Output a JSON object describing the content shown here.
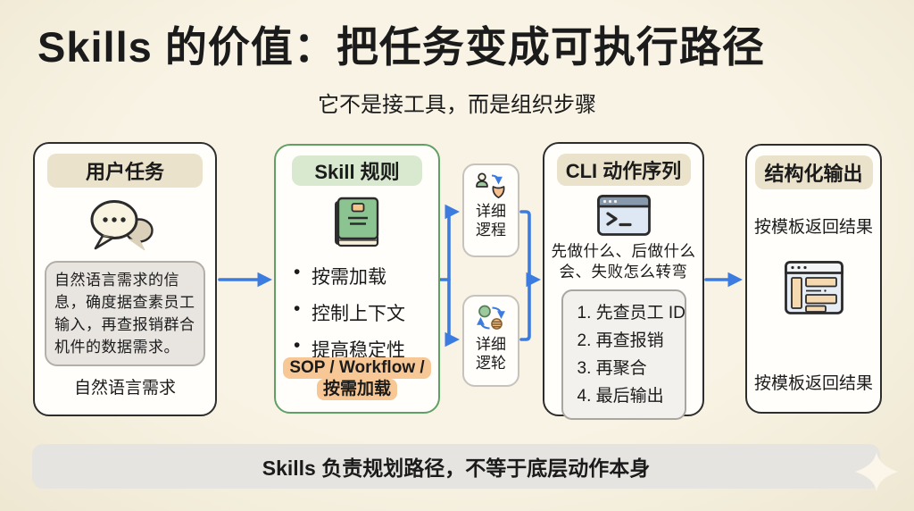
{
  "page": {
    "title": "Skills 的价值：把任务变成可执行路径",
    "subtitle": "它不是接工具，而是组织步骤",
    "footer": "Skills 负责规划路径，不等于底层动作本身"
  },
  "colors": {
    "background": "#f5efdf",
    "accent_blue": "#3c7ce0",
    "green_border": "#61a065",
    "header_beige": "#eae2cb",
    "header_green": "#d8e9cf",
    "highlight_orange": "#f7c795",
    "footer_gray": "#e6e4e0"
  },
  "flow": {
    "user_task": {
      "header": "用户任务",
      "icon": "chat-bubbles-icon",
      "body": "自然语言需求的信息，确度据查素员工输入，再查报销群合机件的数据需求。",
      "caption": "自然语言需求"
    },
    "skill_rules": {
      "header": "Skill 规则",
      "icon": "book-icon",
      "bullets": [
        "按需加载",
        "控制上下文",
        "提高稳定性"
      ],
      "tag_line1": "SOP / Workflow /",
      "tag_line2": "按需加载"
    },
    "detail_top": {
      "icon": "person-flow-icon",
      "line1": "详细",
      "line2": "逻程"
    },
    "detail_bottom": {
      "icon": "cycle-icon",
      "line1": "详细",
      "line2": "逻轮"
    },
    "cli_sequence": {
      "header": "CLI 动作序列",
      "icon": "terminal-icon",
      "desc_line1": "先做什么、后做什么",
      "desc_line2": "会、失败怎么转弯",
      "steps": [
        "1. 先查员工 ID",
        "2. 再查报销",
        "3. 再聚合",
        "4. 最后输出"
      ]
    },
    "structured_output": {
      "header": "结构化输出",
      "icon": "template-icon",
      "top_text": "按模板返回结果",
      "bottom_text": "按模板返回结果"
    }
  }
}
